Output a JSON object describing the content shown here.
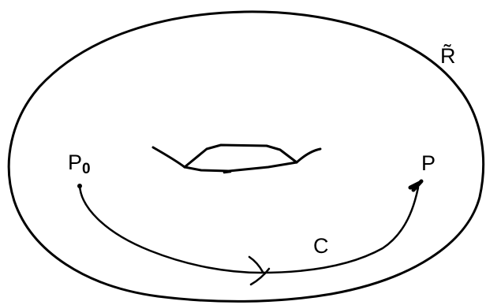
{
  "labels": {
    "surface": "R̃",
    "start_point": "P0",
    "start_point_base": "P",
    "start_point_subscript": "0",
    "end_point": "P",
    "curve": "C"
  },
  "colors": {
    "ink": "#000000",
    "background": "#ffffff"
  }
}
